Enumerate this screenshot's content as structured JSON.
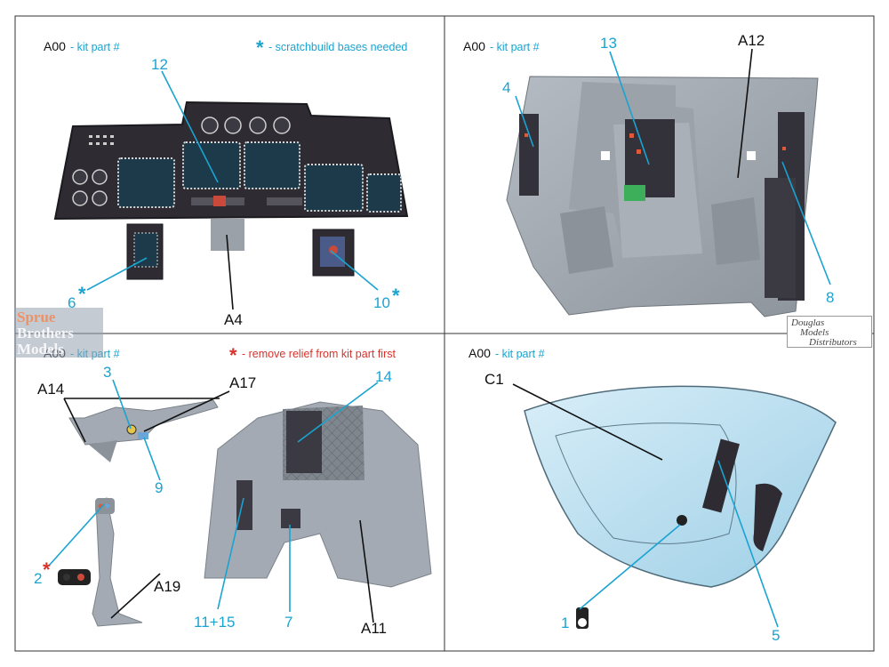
{
  "panels": {
    "top_left": {
      "header_code": "A00",
      "header_suffix": " - kit part #",
      "legend_star": "*",
      "legend_text": " - scratchbuild bases needed",
      "callouts": {
        "p12": "12",
        "p6": "6",
        "p6_star": "*",
        "pA4": "A4",
        "p10": "10",
        "p10_star": "*"
      }
    },
    "top_right": {
      "header_code": "A00",
      "header_suffix": " - kit part #",
      "callouts": {
        "p13": "13",
        "pA12": "A12",
        "p4": "4",
        "p8": "8"
      }
    },
    "bottom_left": {
      "header_code": "A00",
      "header_suffix": " - kit part #",
      "legend_star": "*",
      "legend_text": " - remove relief from kit part first",
      "callouts": {
        "pA14": "A14",
        "p3": "3",
        "pA17": "A17",
        "p9": "9",
        "p14": "14",
        "p2": "2",
        "p2_star": "*",
        "pA19": "A19",
        "p11_15": "11+15",
        "p7": "7",
        "pA11": "A11"
      }
    },
    "bottom_right": {
      "header_code": "A00",
      "header_suffix": " - kit part #",
      "callouts": {
        "pC1": "C1",
        "p1": "1",
        "p5": "5"
      }
    }
  },
  "watermarks": {
    "sprue_line1": "Sprue",
    "sprue_line2": "Brothers",
    "sprue_line3": "Models",
    "distributor_line1": "Douglas",
    "distributor_line2": "Models",
    "distributor_line3": "Distributors"
  },
  "colors": {
    "callout_blue": "#1aa3d1",
    "callout_black": "#111111",
    "star_red": "#d9322b",
    "panel_dark": "#2e2b33",
    "resin_grey": "#a3aab3",
    "canopy_blue": "#b9dcee"
  }
}
